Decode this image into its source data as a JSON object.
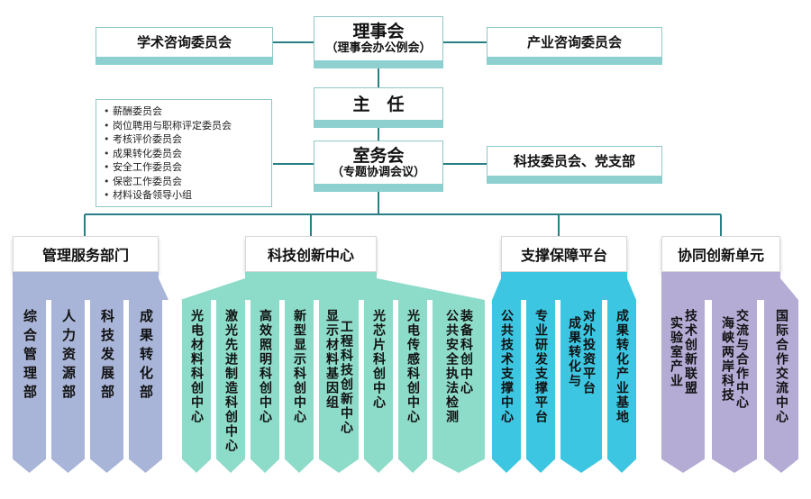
{
  "top": {
    "council_title": "理事会",
    "council_sub": "（理事会办公例会）",
    "academic": "学术咨询委员会",
    "industry": "产业咨询委员会",
    "director": "主　任",
    "office_title": "室务会",
    "office_sub": "（专题协调会议）",
    "tech_committee": "科技委员会、党支部"
  },
  "committees": [
    "薪酬委员会",
    "岗位聘用与职称评定委员会",
    "考核评价委员会",
    "成果转化委员会",
    "安全工作委员会",
    "保密工作委员会",
    "材料设备领导小组"
  ],
  "categories": {
    "management": "管理服务部门",
    "innovation": "科技创新中心",
    "support": "支撑保障平台",
    "collab": "协同创新单元"
  },
  "management_units": [
    "综合管理部",
    "人力资源部",
    "科技发展部",
    "成果转化部"
  ],
  "innovation_units": [
    "光电材料科创中心",
    "激光先进制造科创中心",
    "高效照明科创中心",
    "新型显示科创中心",
    "显示材料基因组",
    "工程科技创新中心",
    "光芯片科创中心",
    "光电传感科创中心",
    "公共安全执法检测",
    "装备科创中心"
  ],
  "support_units": [
    "公共技术支撑中心",
    "专业研发支撑平台",
    "成果转化与",
    "对外投资平台",
    "成果转化产业基地"
  ],
  "collab_units": [
    "实验室产业",
    "技术创新联盟",
    "海峡两岸科技",
    "交流与合作中心",
    "国际合作交流中心"
  ],
  "colors": {
    "teal_band": "#8ed0d0",
    "management": "#a9b5d8",
    "innovation": "#8ddbc9",
    "support": "#3cc6e2",
    "collab": "#b5acd6",
    "connector": "#2a7f86"
  }
}
